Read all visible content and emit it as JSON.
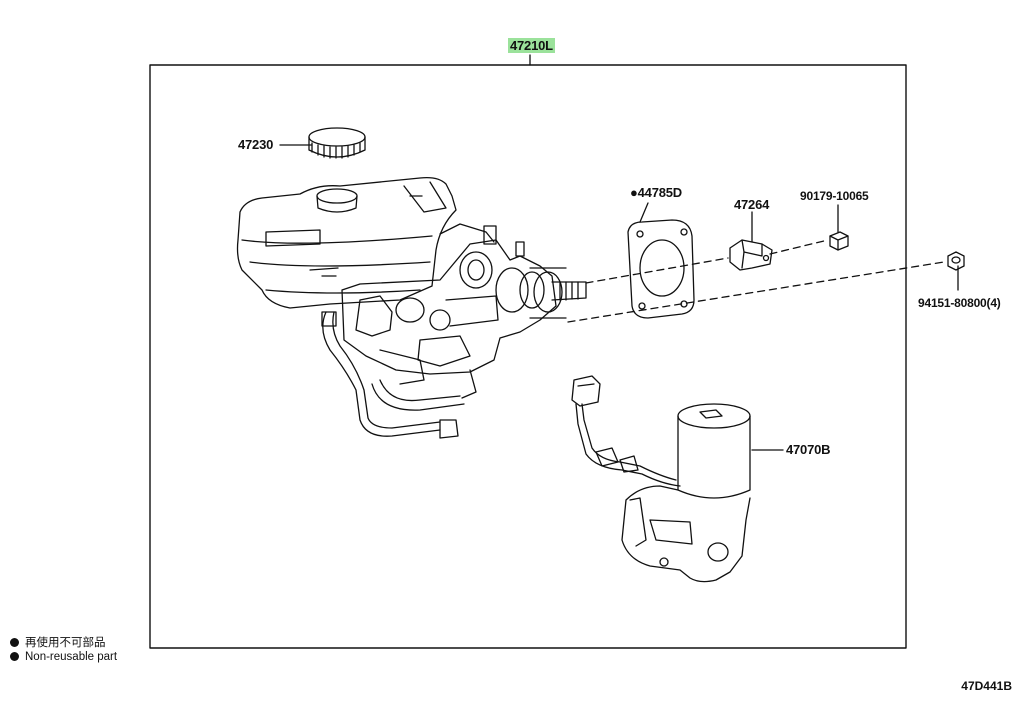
{
  "diagram": {
    "assembly_part": "47210L",
    "parts": {
      "reservoir_cap": "47230",
      "gasket": "44785D",
      "bracket": "47264",
      "nut_small": "90179-10065",
      "nut_large": "94151-80800(4)",
      "pump_motor": "47070B"
    },
    "non_reusable_marker": "●"
  },
  "legend": {
    "jp_text": "再使用不可部品",
    "en_text": "Non-reusable part"
  },
  "reference_code": "47D441B",
  "colors": {
    "line": "#111111",
    "highlight": "#9be29b",
    "background": "#ffffff"
  }
}
